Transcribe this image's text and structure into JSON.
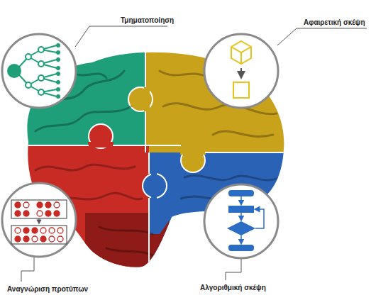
{
  "diagram": {
    "labels": [
      "Τμηματοποίηση",
      "Αφαιρετική σκέψη",
      "Αναγνώριση προτύπων",
      "Αλγοριθμική σκέψη"
    ]
  }
}
